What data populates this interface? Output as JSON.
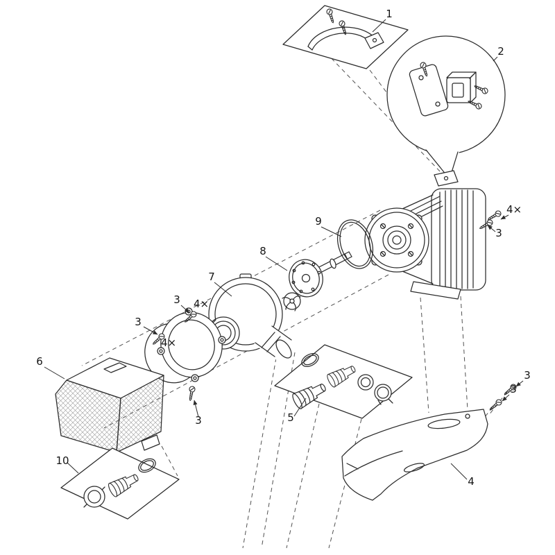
{
  "diagram": {
    "background_color": "#ffffff",
    "line_color": "#2b2b2b",
    "labels": {
      "part1": "1",
      "part2": "2",
      "part3": "3",
      "part4": "4",
      "part5": "5",
      "part6": "6",
      "part7": "7",
      "part8": "8",
      "part9": "9",
      "part10": "10",
      "qty_4x": "4×"
    }
  }
}
